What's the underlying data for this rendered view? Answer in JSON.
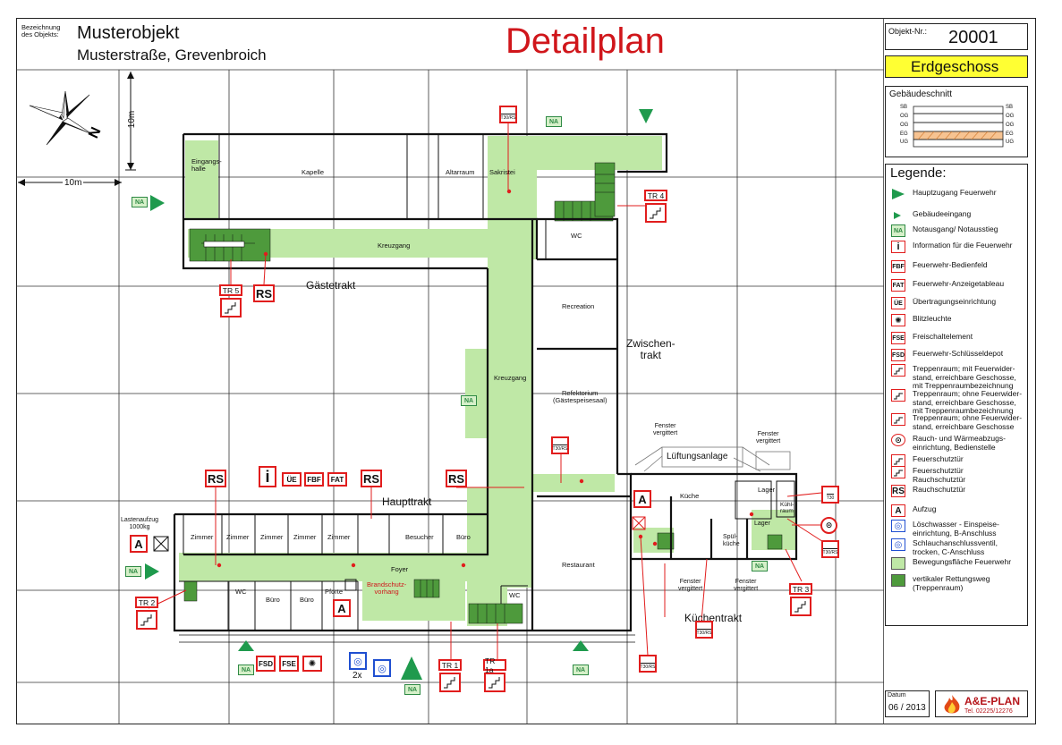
{
  "header": {
    "object_label": "Bezeichnung\ndes Objekts:",
    "object_name": "Musterobjekt",
    "address": "Musterstraße, Grevenbroich",
    "title": "Detailplan"
  },
  "sidebar": {
    "objekt_nr_label": "Objekt-Nr.:",
    "objekt_nr": "20001",
    "floor": "Erdgeschoss",
    "section_title": "Gebäudeschnitt",
    "section_levels_left": [
      "SB",
      "OG",
      "OG",
      "EG",
      "UG"
    ],
    "section_levels_right": [
      "SB",
      "OG",
      "OG",
      "EG",
      "UG"
    ],
    "legend_title": "Legende:",
    "legend_items": [
      {
        "icon": "main-access-triangle-icon",
        "text": "Hauptzugang Feuerwehr"
      },
      {
        "icon": "building-entrance-triangle-icon",
        "text": "Gebäudeeingang"
      },
      {
        "icon": "NA",
        "text": "Notausgang/ Notausstieg"
      },
      {
        "icon": "info-icon",
        "text": "Information für die Feuerwehr"
      },
      {
        "icon": "FBF",
        "text": "Feuerwehr-Bedienfeld"
      },
      {
        "icon": "FAT",
        "text": "Feuerwehr-Anzeigetableau"
      },
      {
        "icon": "ÜE",
        "text": "Übertragungseinrichtung"
      },
      {
        "icon": "flash-light-icon",
        "text": "Blitzleuchte"
      },
      {
        "icon": "FSE",
        "text": "Freischaltelement"
      },
      {
        "icon": "FSD",
        "text": "Feuerwehr-Schlüsseldepot"
      },
      {
        "icon": "stair-fire-resistant-icon",
        "text": "Treppenraum; mit Feuerwider-\nstand, erreichbare Geschosse,\nmit Treppenraumbezeichnung"
      },
      {
        "icon": "stair-no-fire-resistance-icon",
        "text": "Treppenraum; ohne Feuerwider-\nstand, erreichbare Geschosse,\nmit Treppenraumbezeichnung"
      },
      {
        "icon": "stair-plain-icon",
        "text": "Treppenraum; ohne Feuerwider-\nstand, erreichbare Geschosse"
      },
      {
        "icon": "smoke-vent-icon",
        "text": "Rauch- und Wärmeabzugs-\neinrichtung, Bedienstelle"
      },
      {
        "icon": "fire-door-icon",
        "text": "Feuerschutztür"
      },
      {
        "icon": "fire-smoke-door-icon",
        "text": "Feuerschutztür\nRauchschutztür"
      },
      {
        "icon": "RS",
        "text": "Rauchschutztür"
      },
      {
        "icon": "A",
        "text": "Aufzug"
      },
      {
        "icon": "hydrant-b-icon",
        "text": "Löschwasser - Einspeise-\neinrichtung, B-Anschluss"
      },
      {
        "icon": "hydrant-c-icon",
        "text": "Schlauchanschlussventil,\ntrocken, C-Anschluss"
      },
      {
        "icon": "light-green-swatch-icon",
        "text": "Bewegungsfläche Feuerwehr"
      },
      {
        "icon": "dark-green-swatch-icon",
        "text": "vertikaler Rettungsweg\n(Treppenraum)"
      }
    ],
    "date_label": "Datum",
    "date": "06 / 2013",
    "logo_text": "A&E-PLAN",
    "logo_phone": "Tel. 02225/12276"
  },
  "plan": {
    "scale_vertical": "10m",
    "scale_horizontal": "10m",
    "wings": {
      "gaestetrakt": "Gästetrakt",
      "haupttrakt": "Haupttrakt",
      "zwischentrakt": "Zwischen-\ntrakt",
      "kuechentrakt": "Küchentrakt"
    },
    "rooms": {
      "eingangshalle": "Eingangs-\nhalle",
      "kapelle": "Kapelle",
      "altarraum": "Altarraum",
      "sakristei": "Sakristei",
      "kreuzgang_top": "Kreuzgang",
      "kreuzgang_side": "Kreuzgang",
      "wc_top": "WC",
      "recreation": "Recreation",
      "refektorium": "Refektorium\n(Gästespeisesaal)",
      "zimmer": [
        "Zimmer",
        "Zimmer",
        "Zimmer",
        "Zimmer",
        "Zimmer"
      ],
      "besucher": "Besucher",
      "buero_top": "Büro",
      "foyer": "Foyer",
      "wc_bottom": "WC",
      "buero1": "Büro",
      "buero2": "Büro",
      "pforte": "Pforte",
      "brandschutz": "Brandschutz-\nvorhang",
      "wc_center": "WC",
      "restaurant": "Restaurant",
      "kueche": "Küche",
      "spuelkueche": "Spül-\nküche",
      "lager1": "Lager",
      "lager2": "Lager",
      "kuehlraum": "Kühl-\nraum",
      "lueftungsanlage": "Lüftungsanlage",
      "fenster1": "Fenster\nvergittert",
      "fenster2": "Fenster\nvergittert",
      "fenster3": "Fenster\nvergittert",
      "fenster4": "Fenster\nvergittert",
      "lastenaufzug": "Lastenaufzug\n1000kg"
    },
    "symbols": {
      "rs": "RS",
      "na": "NA",
      "a": "A",
      "ue": "ÜE",
      "fbf": "FBF",
      "fat": "FAT",
      "fsd": "FSD",
      "fse": "FSE",
      "count_2x": "2x",
      "t30rs": "T30/RS",
      "t30": "T30",
      "tr1": "TR 1",
      "tr1a": "TR 1a",
      "tr2": "TR 2",
      "tr3": "TR 3",
      "tr4": "TR 4",
      "tr5": "TR 5"
    }
  },
  "colors": {
    "light_green": "#bfe8a6",
    "dark_green": "#4e9a3c",
    "red": "#e11d1d",
    "title_red": "#d0161b",
    "floor_yellow": "#ffff33",
    "nav_green": "#1f9a4d",
    "hydrant_blue": "#1f4fd1"
  }
}
